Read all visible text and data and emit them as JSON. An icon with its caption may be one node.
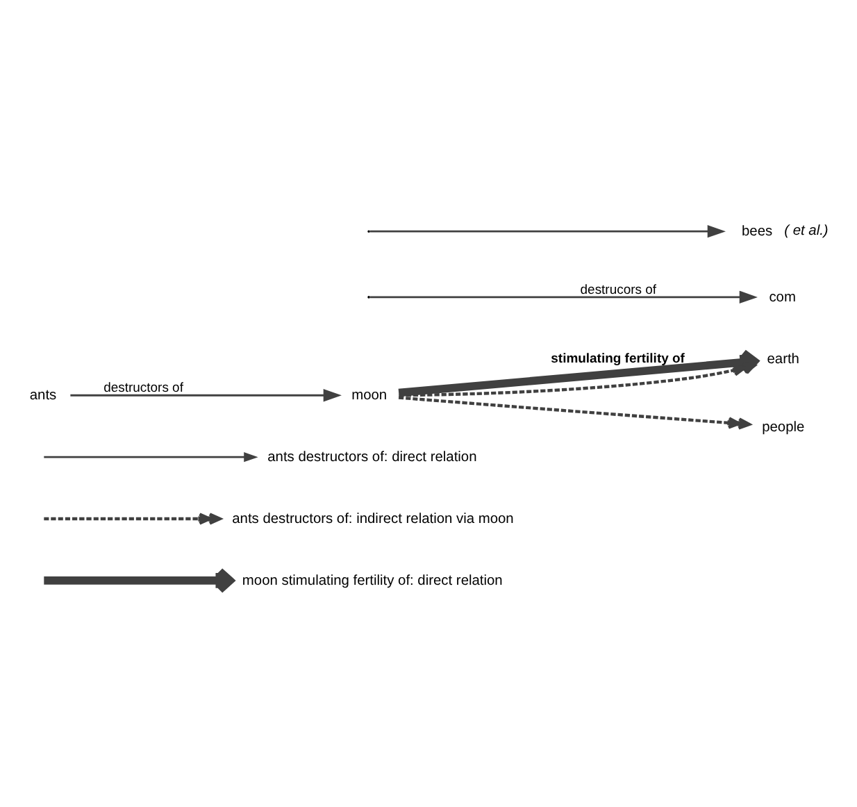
{
  "diagram": {
    "nodes": [
      {
        "text": [
          "ants"
        ]
      },
      {
        "text": [
          "moon"
        ]
      },
      {
        "text": [
          "earth"
        ]
      },
      {
        "text": [
          "people"
        ]
      },
      {
        "text": [
          "com"
        ]
      },
      {
        "text": [
          "bees"
        ],
        "beside": [
          "( et al.)"
        ]
      }
    ],
    "edges": [
      {
        "from": 0,
        "to": 1,
        "arrow": "to",
        "label": "destructors of"
      },
      {
        "from": 1,
        "to": 2,
        "arrow": "to",
        "label": "stimulating fertility of",
        "style": "thick"
      },
      {
        "from": 1,
        "to": 2,
        "arrow": "to",
        "style": "dashed"
      },
      {
        "from": 1,
        "to": 3,
        "arrow": "to",
        "style": "dashed"
      },
      {
        "from": null,
        "to": 4,
        "arrow": "to",
        "label": "destrucors of"
      },
      {
        "from": null,
        "to": 5,
        "arrow": "to"
      }
    ],
    "legend": [
      {
        "text": "ants destructors of: direct relation"
      },
      {
        "text": "ants destructors of: indirect relation via moon"
      },
      {
        "text": "moon stimulating fertility of: direct relation"
      }
    ]
  }
}
